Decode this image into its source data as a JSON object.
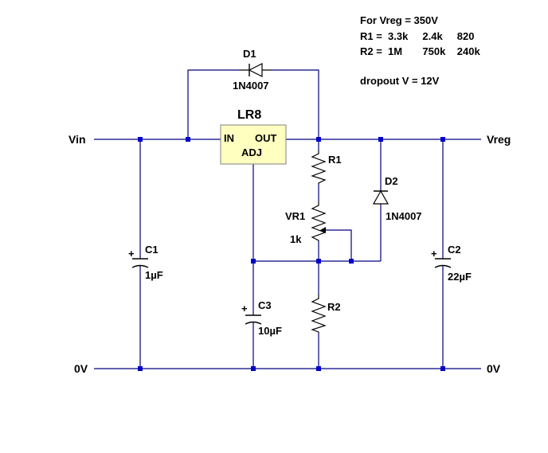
{
  "notes": {
    "line1": "For Vreg = 350V",
    "line2": "R1 =  3.3k     2.4k     820",
    "line3": "R2 =  1M       750k    240k",
    "line4": "dropout V = 12V"
  },
  "nets": {
    "vin": "Vin",
    "vreg": "Vreg",
    "gnd_left": "0V",
    "gnd_right": "0V"
  },
  "regulator": {
    "name": "LR8",
    "pin_in": "IN",
    "pin_out": "OUT",
    "pin_adj": "ADJ",
    "body_color": "#ffffc0"
  },
  "components": {
    "d1": {
      "ref": "D1",
      "value": "1N4007"
    },
    "d2": {
      "ref": "D2",
      "value": "1N4007"
    },
    "r1": {
      "ref": "R1"
    },
    "r2": {
      "ref": "R2"
    },
    "vr1": {
      "ref": "VR1",
      "value": "1k"
    },
    "c1": {
      "ref": "C1",
      "value": "1µF",
      "polarity": "+"
    },
    "c2": {
      "ref": "C2",
      "value": "22µF",
      "polarity": "+"
    },
    "c3": {
      "ref": "C3",
      "value": "10µF",
      "polarity": "+"
    }
  },
  "colors": {
    "wire": "#000080",
    "junction": "#0000cc"
  }
}
